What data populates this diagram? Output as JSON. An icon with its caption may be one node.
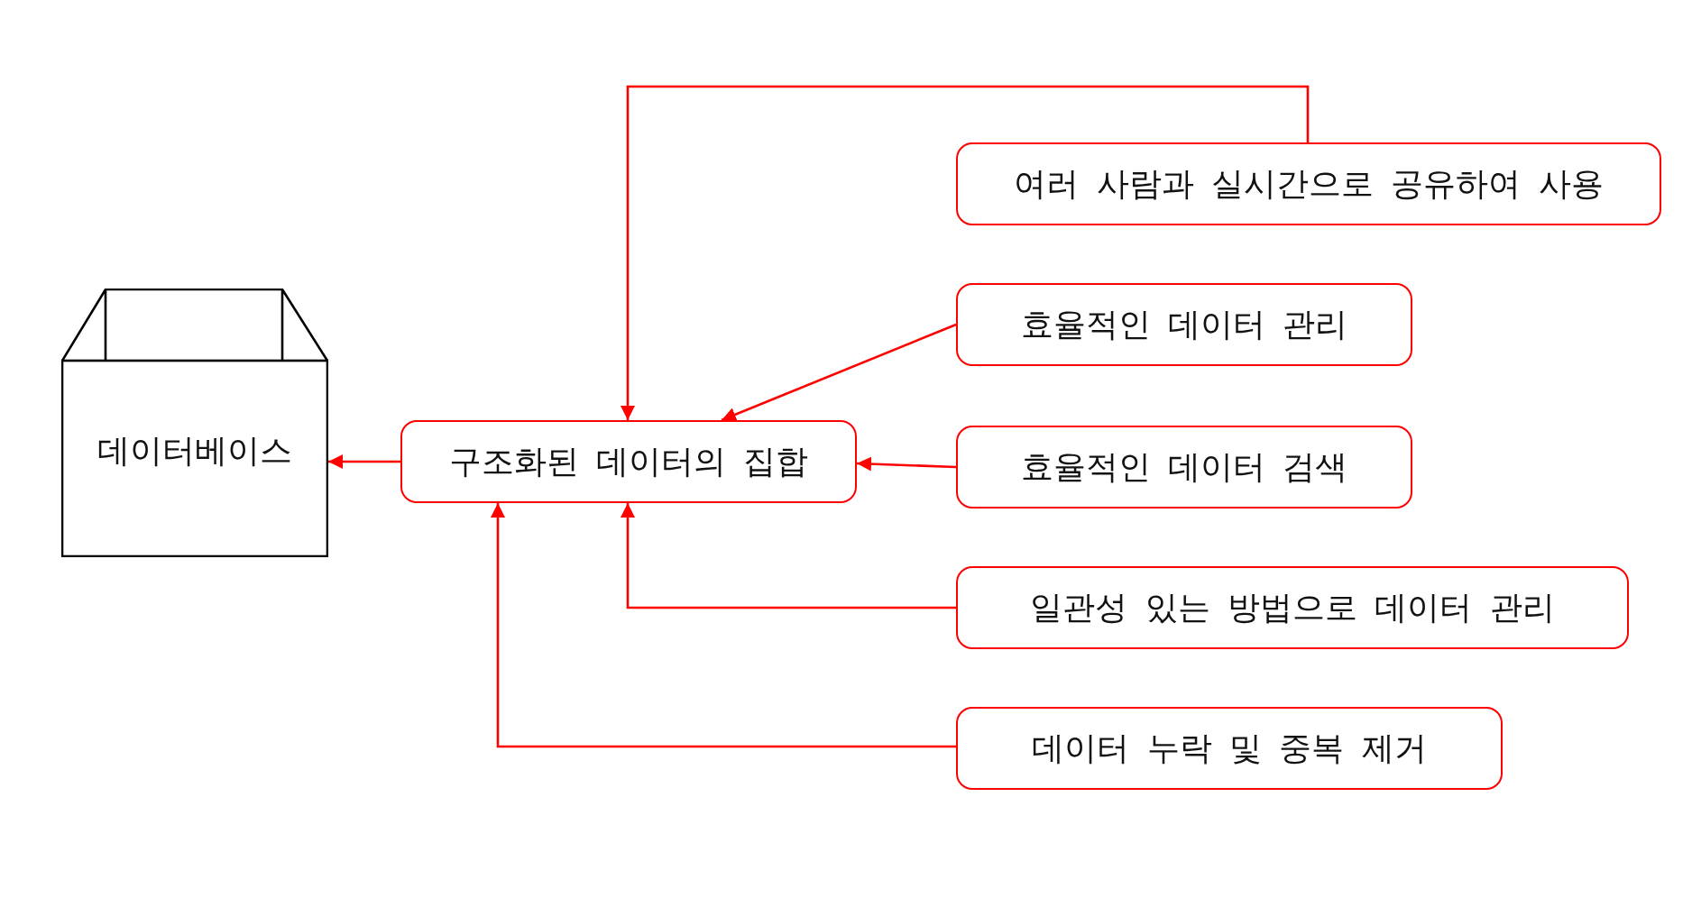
{
  "diagram": {
    "nodes": [
      {
        "text": [
          "데이터베이스"
        ]
      },
      {
        "text": [
          "구조화된 데이터의 집합"
        ]
      },
      {
        "text": [
          "여러 사람과 실시간으로 공유하여 사용"
        ]
      },
      {
        "text": [
          "효율적인 데이터 관리"
        ]
      },
      {
        "text": [
          "효율적인 데이터 검색"
        ]
      },
      {
        "text": [
          "일관성 있는 방법으로 데이터 관리"
        ]
      },
      {
        "text": [
          "데이터 누락 및 중복 제거"
        ]
      }
    ],
    "edges": [
      {
        "from": 1,
        "to": 0,
        "arrow": "to"
      },
      {
        "from": 2,
        "to": 1,
        "arrow": "to"
      },
      {
        "from": 3,
        "to": 1,
        "arrow": "to"
      },
      {
        "from": 4,
        "to": 1,
        "arrow": "to"
      },
      {
        "from": 5,
        "to": 1,
        "arrow": "to"
      },
      {
        "from": 6,
        "to": 1,
        "arrow": "to"
      }
    ]
  }
}
